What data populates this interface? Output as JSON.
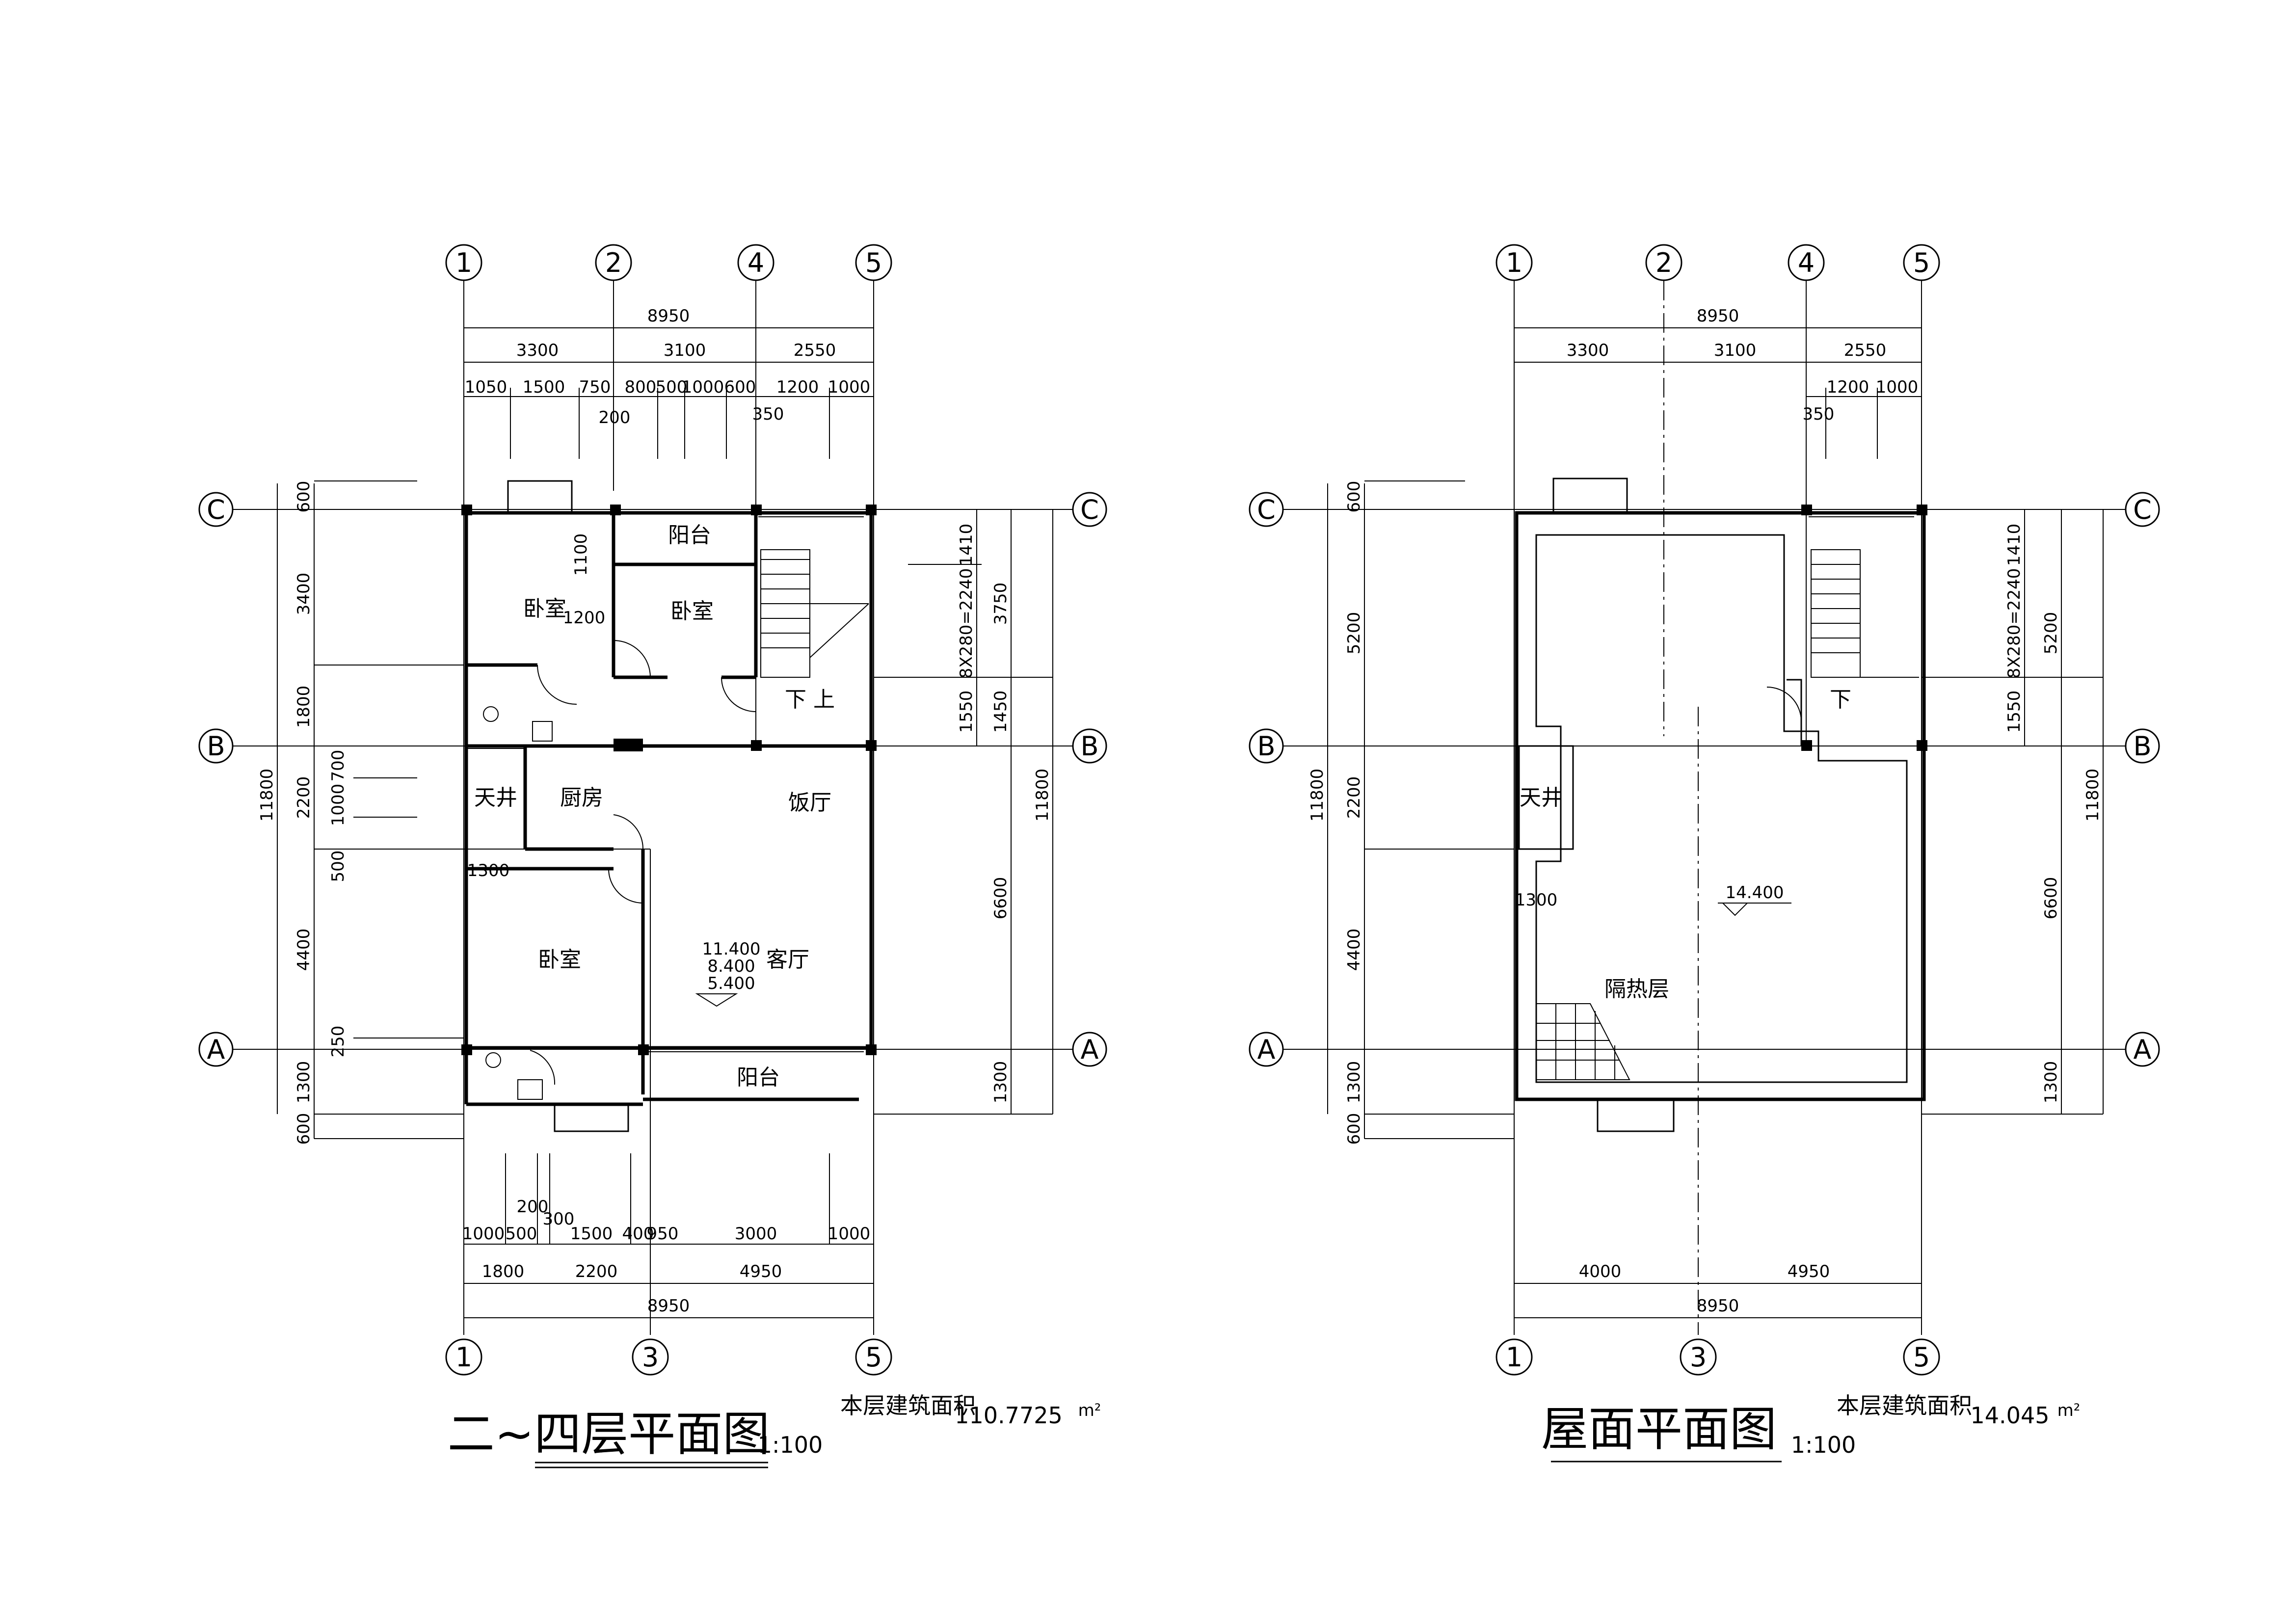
{
  "plan_left": {
    "title": "二~四层平面图",
    "scale": "1:100",
    "area_label": "本层建筑面积",
    "area_value": "110.7725",
    "area_unit": "m²",
    "top_axes": [
      "1",
      "2",
      "4",
      "5"
    ],
    "bottom_axes": [
      "1",
      "3",
      "5"
    ],
    "row_axes": [
      "C",
      "B",
      "A"
    ],
    "dims_top_total": "8950",
    "dims_top_mid": [
      "3300",
      "3100",
      "2550"
    ],
    "dims_top_detail": [
      "1050",
      "1500",
      "750",
      "800",
      "500",
      "1000",
      "600",
      "1200",
      "1000"
    ],
    "dims_top_sub": [
      "200",
      "350"
    ],
    "dims_bottom_detail": [
      "1000",
      "500",
      "1500",
      "400",
      "950",
      "3000",
      "1000"
    ],
    "dims_bottom_sub": [
      "200",
      "300"
    ],
    "dims_bottom_mid": [
      "1800",
      "2200",
      "4950"
    ],
    "dims_bottom_total": "8950",
    "dims_left_outer": "11800",
    "dims_left_mid": [
      "600",
      "3400",
      "1800",
      "2200",
      "500",
      "4400",
      "1300",
      "600"
    ],
    "dims_left_inner": [
      "1000",
      "700",
      "250"
    ],
    "dims_right_outer": "11800",
    "dims_right_mid": [
      "3750",
      "1450",
      "6600",
      "1300"
    ],
    "dims_right_inner": [
      "1410",
      "8X280=2240",
      "1550"
    ],
    "inner_dims": [
      "1100",
      "1200",
      "1300"
    ],
    "rooms": {
      "balcony_top": "阳台",
      "bedroom_1": "卧室",
      "bedroom_2": "卧室",
      "stair": "下 上",
      "skywell": "天井",
      "kitchen": "厨房",
      "dining": "饭厅",
      "bedroom_3": "卧室",
      "living": "客厅",
      "balcony_bottom": "阳台"
    },
    "elevations": [
      "11.400",
      "8.400",
      "5.400"
    ]
  },
  "plan_right": {
    "title": "屋面平面图",
    "scale": "1:100",
    "area_label": "本层建筑面积",
    "area_value": "14.045",
    "area_unit": "m²",
    "top_axes": [
      "1",
      "2",
      "4",
      "5"
    ],
    "bottom_axes": [
      "1",
      "3",
      "5"
    ],
    "row_axes": [
      "C",
      "B",
      "A"
    ],
    "dims_top_total": "8950",
    "dims_top_mid": [
      "3300",
      "3100",
      "2550"
    ],
    "dims_top_detail": [
      "1200",
      "1000"
    ],
    "dims_top_sub": [
      "350"
    ],
    "dims_bottom_mid": [
      "4000",
      "4950"
    ],
    "dims_bottom_total": "8950",
    "dims_left_outer": "11800",
    "dims_left_mid": [
      "600",
      "5200",
      "2200",
      "4400",
      "1300",
      "600"
    ],
    "dims_right_outer": "11800",
    "dims_right_mid": [
      "5200",
      "6600",
      "1300"
    ],
    "dims_right_inner": [
      "1410",
      "8X280=2240",
      "1550"
    ],
    "inner_dims": [
      "1300"
    ],
    "rooms": {
      "stair": "下",
      "skywell": "天井",
      "insulation": "隔热层"
    },
    "elevation": "14.400"
  }
}
